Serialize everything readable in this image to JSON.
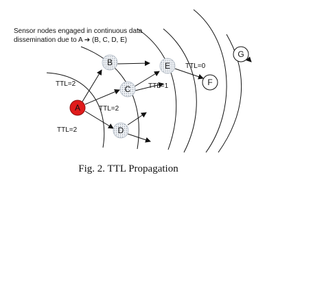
{
  "title": {
    "line1": "Sensor nodes engaged in continuous data",
    "line2": "dissemination due to A ➔ (B, C, D, E)"
  },
  "nodes": {
    "A": "A",
    "B": "B",
    "C": "C",
    "D": "D",
    "E": "E",
    "F": "F",
    "G": "G"
  },
  "ttl_labels": {
    "a_b": "TTL=2",
    "a_c": "TTL=2",
    "a_d": "TTL=2",
    "c_e": "TTL=1",
    "e_f": "TTL=0"
  },
  "caption": "Fig. 2. TTL Propagation",
  "colors": {
    "source_node": "#e01b1b",
    "relay_node": "#d8dde4",
    "edge": "#111111"
  }
}
